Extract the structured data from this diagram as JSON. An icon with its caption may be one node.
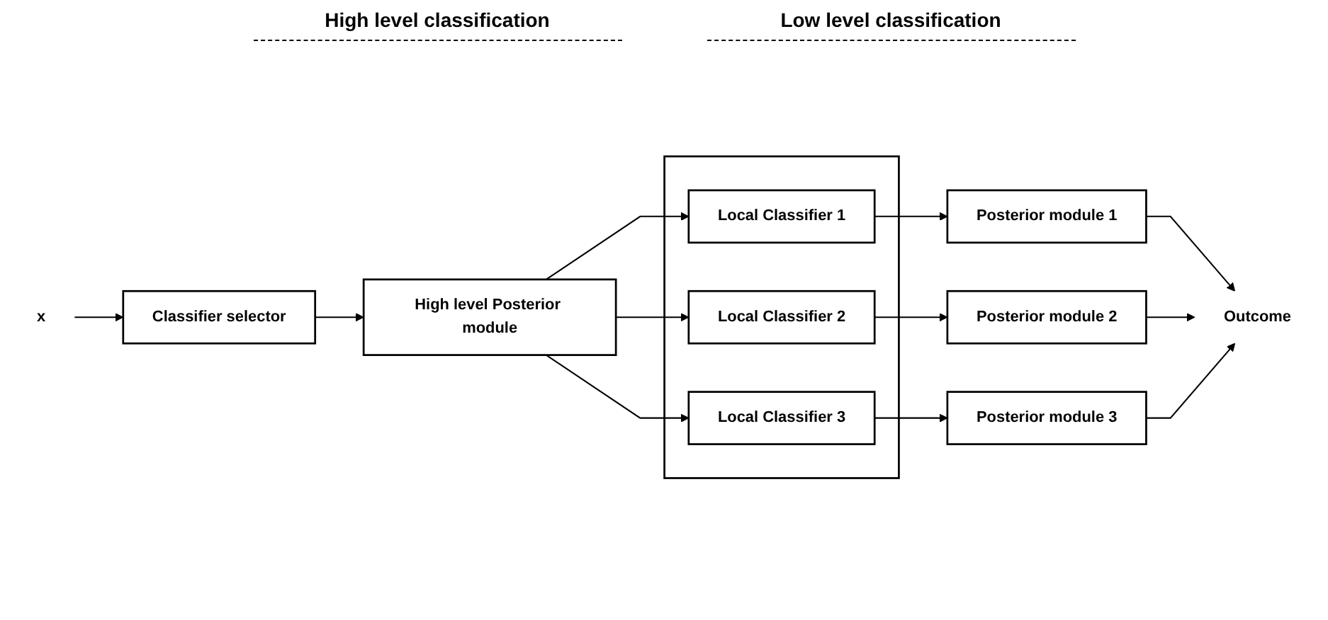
{
  "diagram": {
    "nodes": [
      {
        "text": [
          "x"
        ]
      },
      {
        "text": [
          "Classifier selector"
        ]
      },
      {
        "text": [
          "High level Posterior module"
        ]
      },
      {
        "text": [],
        "shape": "box"
      },
      {
        "text": [
          "Local Classifier 1"
        ],
        "in": 3
      },
      {
        "text": [
          "Local Classifier 2"
        ],
        "in": 3
      },
      {
        "text": [
          "Local Classifier 3"
        ],
        "in": 3
      },
      {
        "text": [
          "Posterior module 1"
        ]
      },
      {
        "text": [
          "Posterior module 2"
        ]
      },
      {
        "text": [
          "Posterior module 3"
        ]
      },
      {
        "text": [
          "Outcome"
        ]
      }
    ],
    "edges": [
      {
        "from": 0,
        "to": 1,
        "arrow": "to"
      },
      {
        "from": 1,
        "to": 2,
        "arrow": "to"
      },
      {
        "from": 2,
        "to": 4,
        "arrow": "to"
      },
      {
        "from": 2,
        "to": 5,
        "arrow": "to"
      },
      {
        "from": 2,
        "to": 6,
        "arrow": "to"
      },
      {
        "from": 4,
        "to": 7,
        "arrow": "to"
      },
      {
        "from": 5,
        "to": 8,
        "arrow": "to"
      },
      {
        "from": 6,
        "to": 9,
        "arrow": "to"
      },
      {
        "from": 7,
        "to": 10,
        "arrow": "to"
      },
      {
        "from": 8,
        "to": 10,
        "arrow": "to"
      },
      {
        "from": 9,
        "to": 10,
        "arrow": "to"
      }
    ],
    "labels": [
      "High level classification",
      "Low level classification"
    ]
  }
}
